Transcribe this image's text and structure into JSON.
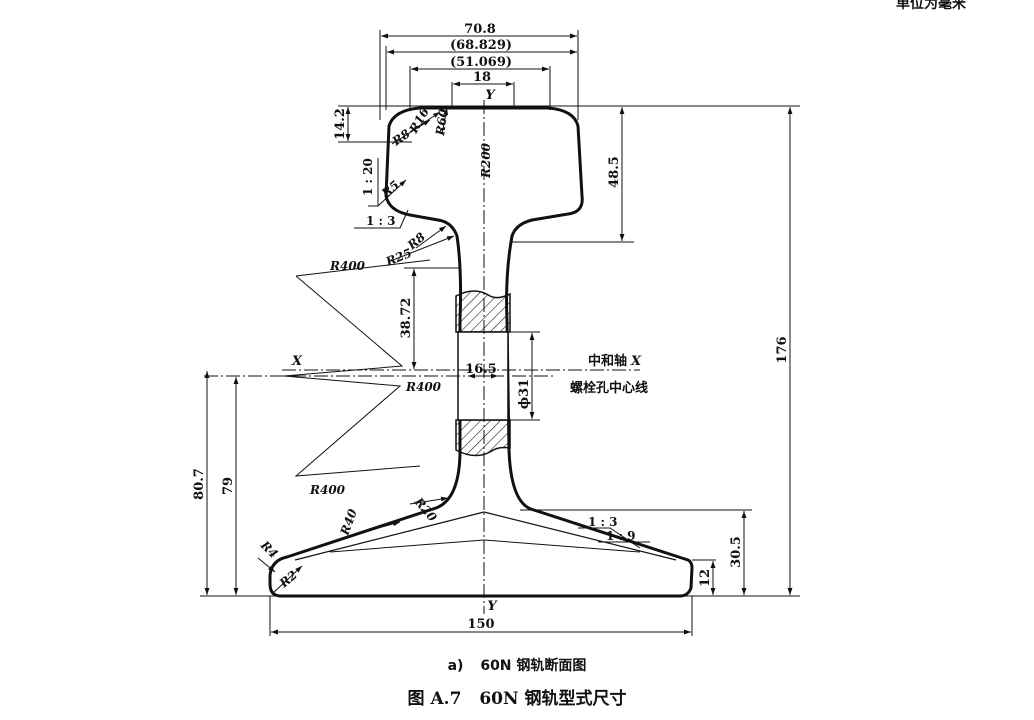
{
  "header": {
    "unit_note": "单位为毫米"
  },
  "dimensions": {
    "top_overall": "70.8",
    "head_width_1": "(68.829)",
    "head_width_2": "(51.069)",
    "crown_width": "18",
    "head_top_height": "14.2",
    "head_height": "48.5",
    "rail_height": "176",
    "web_upper": "38.72",
    "hole_depth": "16.5",
    "hole_diameter": "ϕ31",
    "neutral_height": "80.7",
    "hole_height": "79",
    "base_flange_height": "30.5",
    "base_edge_height": "12",
    "base_width": "150"
  },
  "radii": {
    "r8_head": "R8",
    "r16": "R16",
    "r60": "R60",
    "r200": "R200",
    "r5": "R5",
    "r25": "R25",
    "r8_neck": "R8",
    "r400_upper": "R400",
    "r400_mid": "R400",
    "r400_lower": "R400",
    "r40": "R40",
    "r20": "R20",
    "r4": "R4",
    "r2": "R2"
  },
  "slopes": {
    "slope_1_20": "1 : 20",
    "slope_1_3_head": "1 : 3",
    "slope_1_3_base": "1 : 3",
    "slope_1_9": "1 : 9"
  },
  "axes": {
    "y_top": "Y",
    "y_bottom": "Y",
    "x_left": "X",
    "neutral_axis_label": "中和轴",
    "neutral_axis_x": "X",
    "bolt_hole_label": "螺栓孔中心线"
  },
  "captions": {
    "sub_letter": "a)",
    "sub_title": "60N 钢轨断面图",
    "figure_number": "图 A.7",
    "figure_title": "60N 钢轨型式尺寸"
  }
}
